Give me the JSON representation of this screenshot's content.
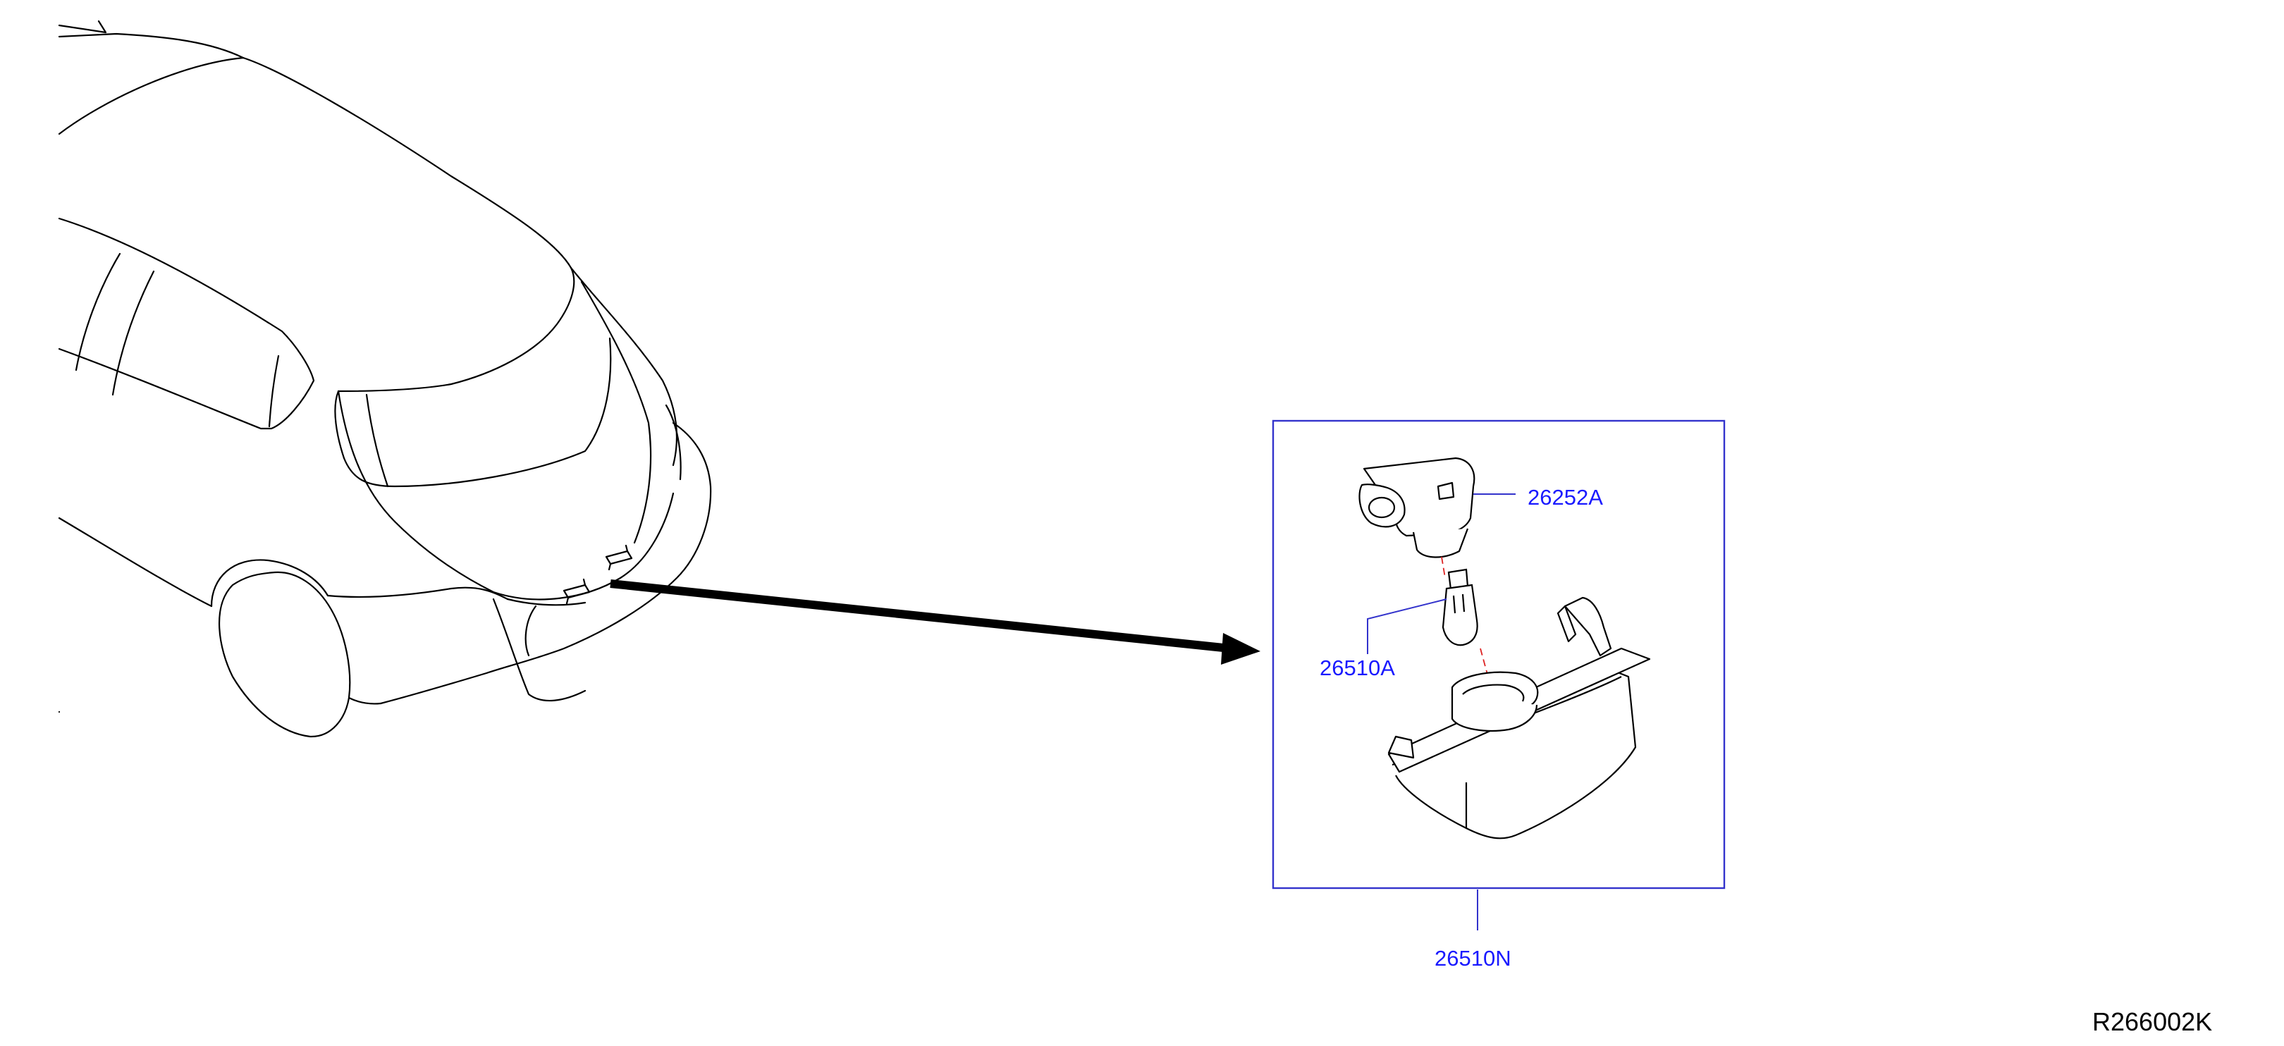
{
  "diagram": {
    "reference_code": "R266002K",
    "parts": [
      {
        "number": "26252A"
      },
      {
        "number": "26510A"
      },
      {
        "number": "26510N"
      }
    ]
  }
}
